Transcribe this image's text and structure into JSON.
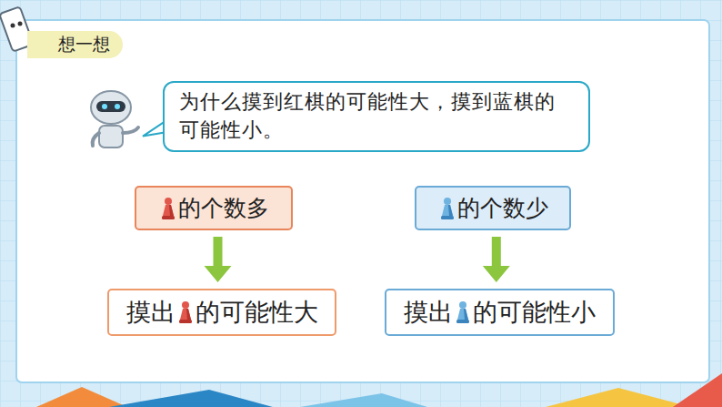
{
  "diagram": {
    "title": "想一想",
    "nodes": [
      {
        "text": [
          "为什么摸到红棋的可能性大，摸到蓝棋的可能性小。"
        ]
      },
      {
        "text": [
          "的个数多"
        ]
      },
      {
        "text": [
          "的个数少"
        ]
      },
      {
        "text": [
          "摸出",
          "的可能性大"
        ]
      },
      {
        "text": [
          "摸出",
          "的可能性小"
        ]
      }
    ],
    "edges": [
      {
        "from": 1,
        "to": 3,
        "arrow": "to"
      },
      {
        "from": 2,
        "to": 4,
        "arrow": "to"
      }
    ]
  }
}
